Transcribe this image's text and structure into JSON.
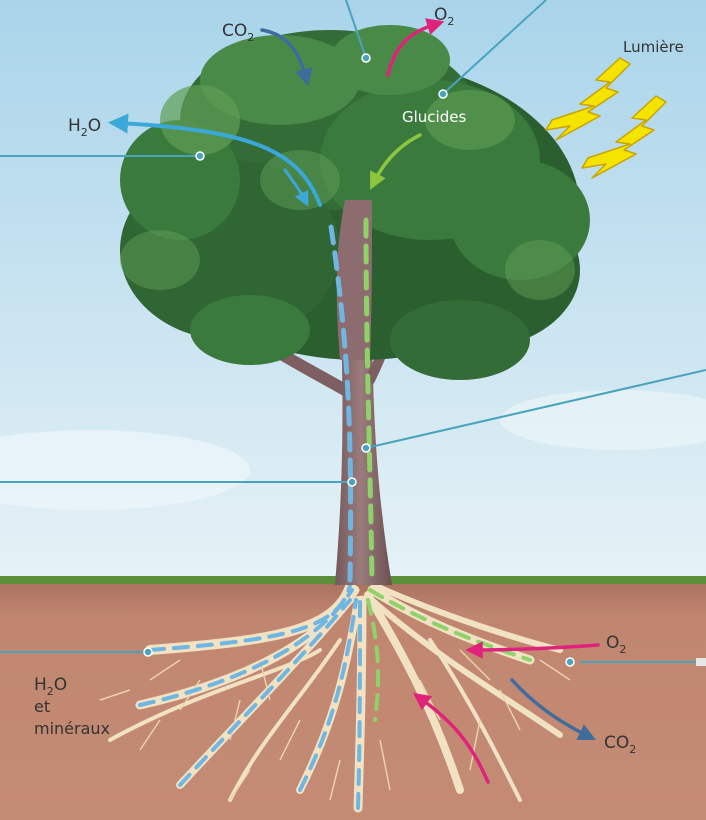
{
  "labels": {
    "co2_top": "CO",
    "co2_top_sub": "2",
    "o2_top": "O",
    "o2_top_sub": "2",
    "lumiere": "Lumière",
    "h2o_top": "H",
    "h2o_top_sub": "2",
    "h2o_top_end": "O",
    "glucides": "Glucides",
    "o2_soil": "O",
    "o2_soil_sub": "2",
    "co2_soil": "CO",
    "co2_soil_sub": "2",
    "h2o_soil": "H",
    "h2o_soil_sub": "2",
    "h2o_soil_end": "O",
    "et": "et",
    "mineraux": "minéraux"
  },
  "colors": {
    "sky_top": "#a9d4ea",
    "sky_bottom": "#e6f2f6",
    "soil": "#c08670",
    "soil_top": "#a9705d",
    "grass": "#5b8f3a",
    "foliage_dark": "#24512a",
    "foliage_mid": "#3a7a3d",
    "foliage_light": "#5f9e55",
    "trunk": "#8c6c6e",
    "root": "#f1e2c4",
    "sap_blue": "#6fb6e3",
    "sap_green": "#8fd26a",
    "arrow_blue": "#3aa8d8",
    "arrow_darkblue": "#3e6c9c",
    "arrow_magenta": "#e0237a",
    "arrow_green": "#8cc63f",
    "bolt": "#f5e400",
    "leader": "#4aa3bd"
  }
}
